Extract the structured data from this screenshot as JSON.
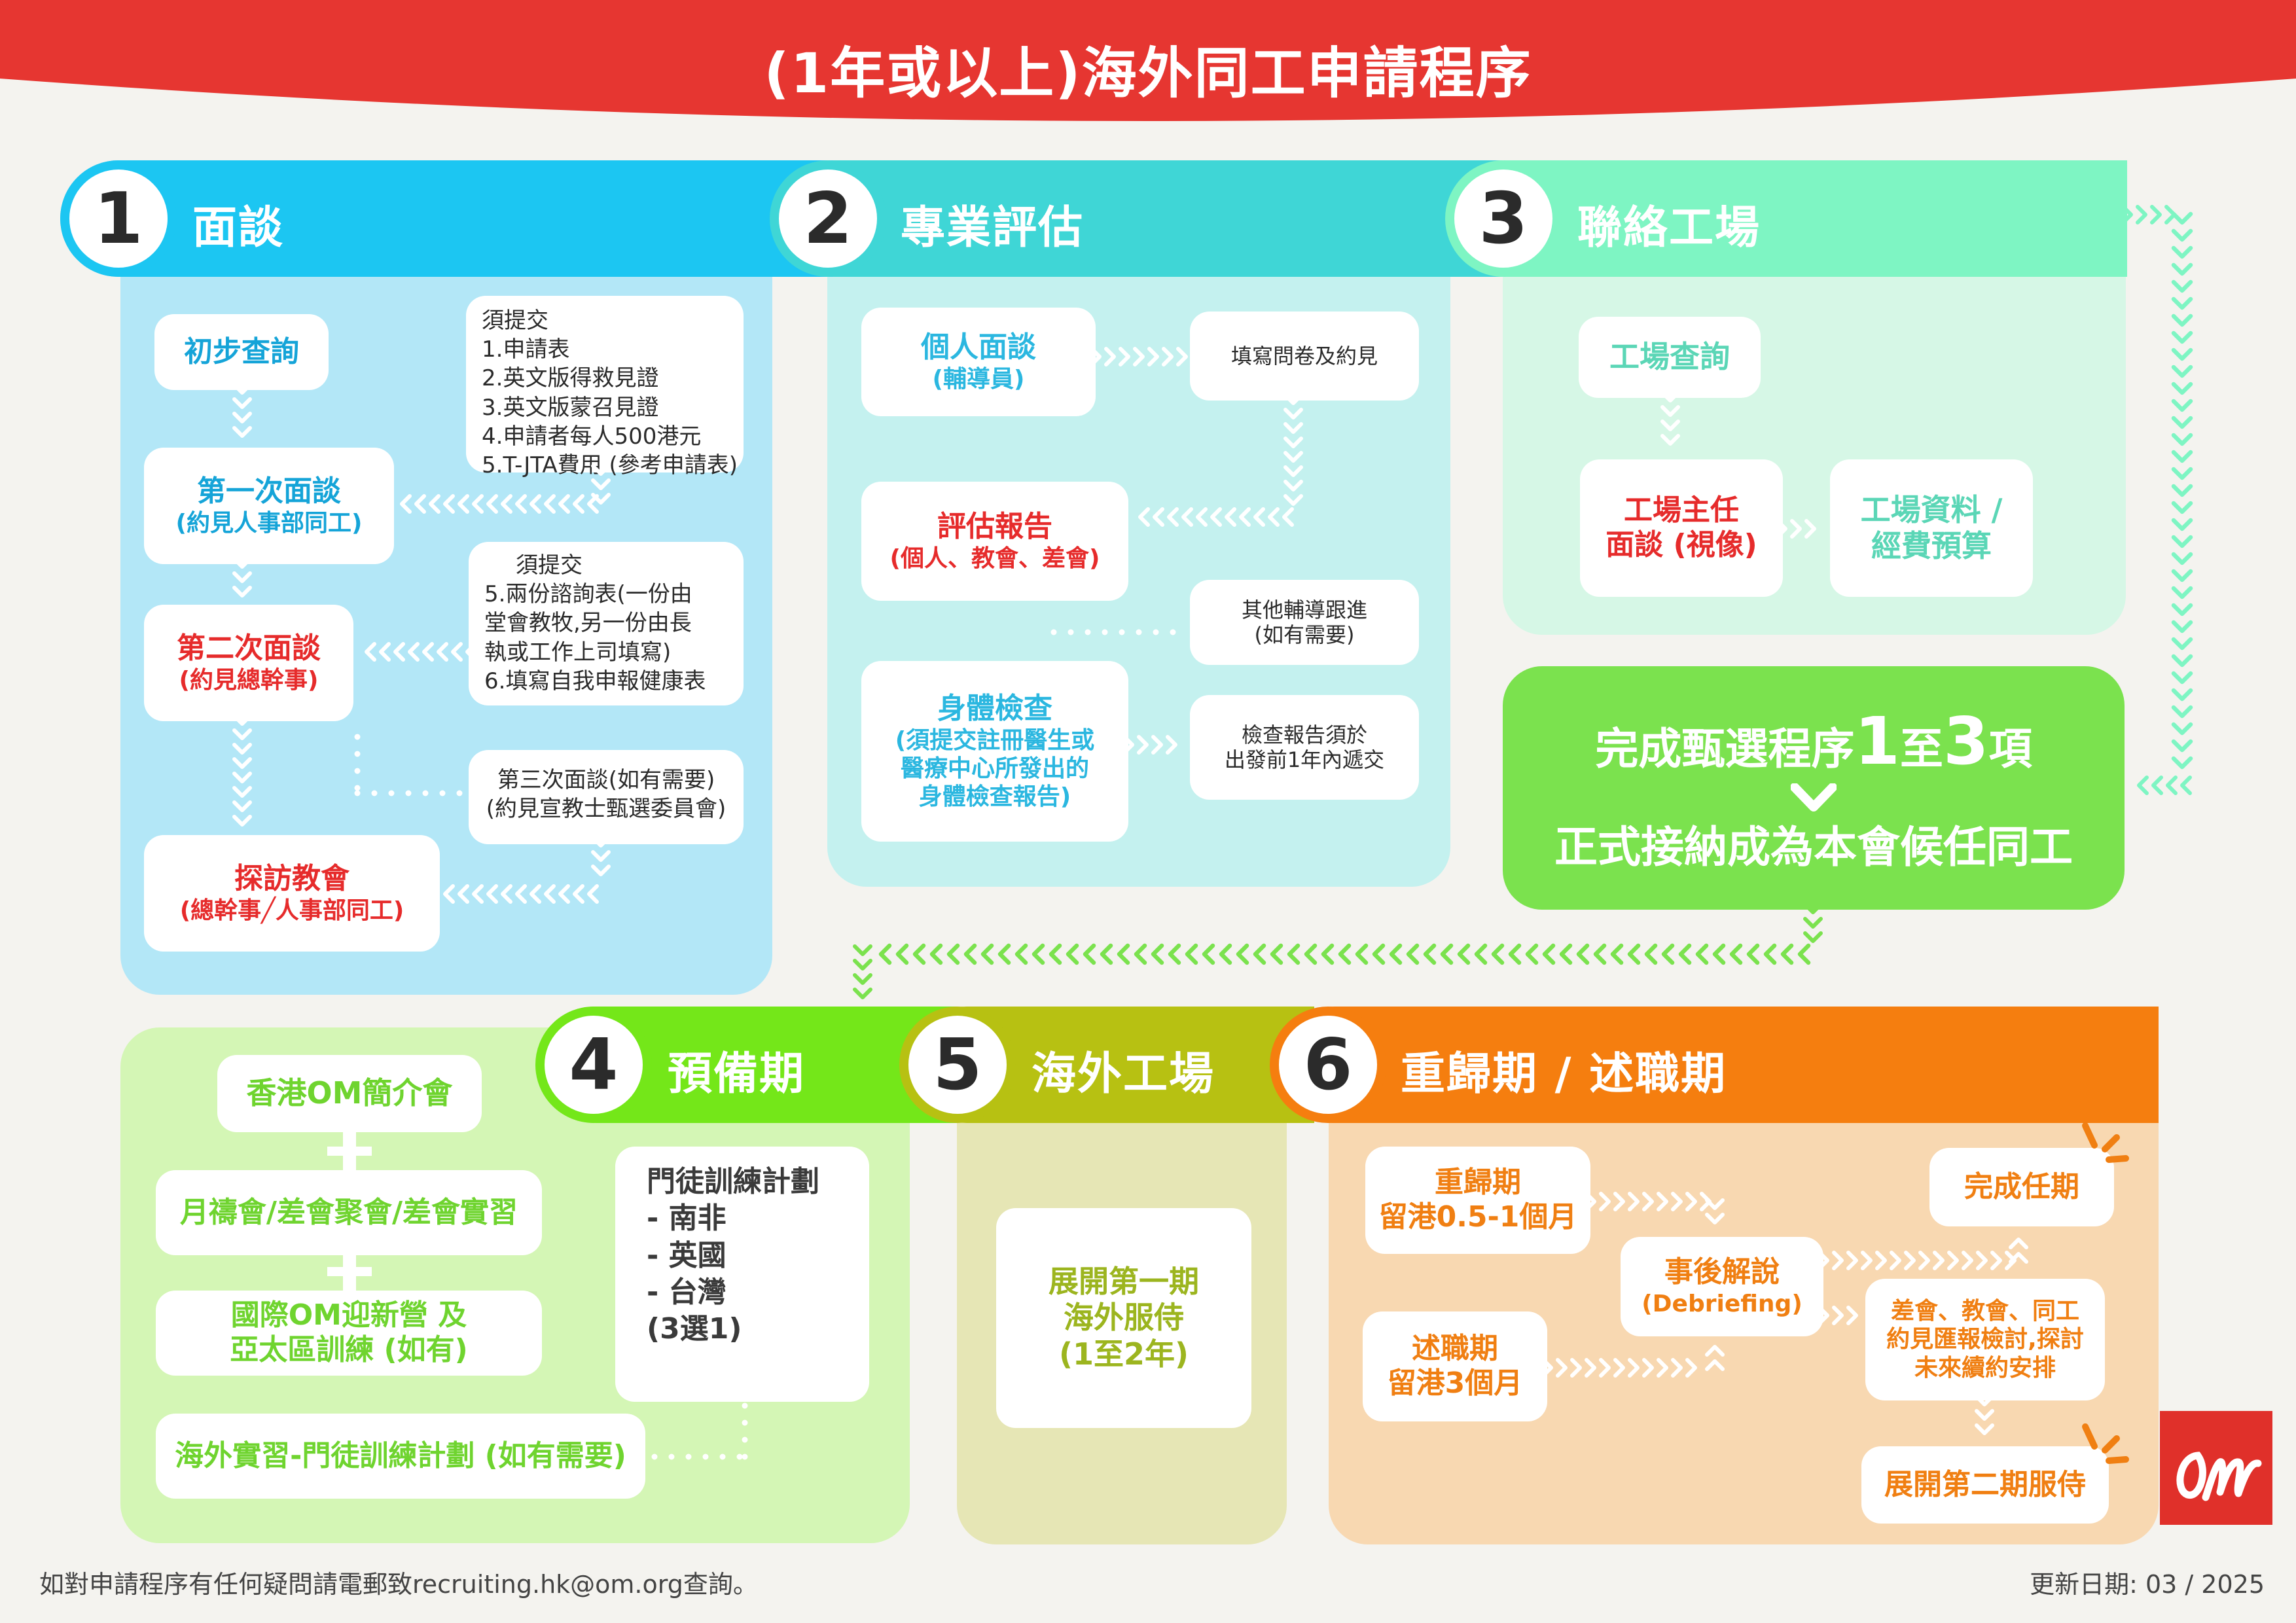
{
  "title": "(1年或以上)海外同工申請程序",
  "colors": {
    "banner": "#e63631",
    "stage1": "#1cc6f2",
    "stage2": "#3fd6d6",
    "stage3": "#7ef5c3",
    "stage4": "#74e719",
    "stage5": "#b7c112",
    "stage6": "#f57e0f",
    "panel1": "#b3e7f7",
    "panel2": "#c4f1ef",
    "panel3": "#d6f7e6",
    "panel4": "#d4f6b5",
    "panel5": "#e6e6b5",
    "panel6": "#f8d8b1",
    "accept_box": "#7be24e",
    "red_text": "#e62b2b",
    "om_logo": "#e0302a"
  },
  "stages": [
    {
      "num": "1",
      "label": "面談"
    },
    {
      "num": "2",
      "label": "專業評估"
    },
    {
      "num": "3",
      "label": "聯絡工場"
    },
    {
      "num": "4",
      "label": "預備期"
    },
    {
      "num": "5",
      "label": "海外工場"
    },
    {
      "num": "6",
      "label": "重歸期 / 述職期"
    }
  ],
  "stage1": {
    "initial": "初步查詢",
    "first_interview": {
      "title": "第一次面談",
      "sub": "(約見人事部同工)"
    },
    "second_interview": {
      "title": "第二次面談",
      "sub": "(約見總幹事)"
    },
    "church_visit": {
      "title": "探訪教會",
      "sub": "(總幹事╱人事部同工)"
    },
    "note1": [
      "須提交",
      "1.申請表",
      "2.英文版得救見證",
      "3.英文版蒙召見證",
      "4.申請者每人500港元",
      "5.T-JTA費用 (參考申請表)"
    ],
    "note2": [
      "須提交",
      "5.兩份諮詢表(一份由",
      "堂會教牧,另一份由長",
      "執或工作上司填寫)",
      "6.填寫自我申報健康表"
    ],
    "note3": [
      "第三次面談(如有需要)",
      "(約見宣教士甄選委員會)"
    ]
  },
  "stage2": {
    "personal_interview": {
      "title": "個人面談",
      "sub": "(輔導員)"
    },
    "questionnaire": "填寫問卷及約見",
    "assessment_report": {
      "title": "評估報告",
      "sub": "(個人、教會、差會)"
    },
    "other_followup": [
      "其他輔導跟進",
      "(如有需要)"
    ],
    "medical": {
      "title": "身體檢查",
      "sub": [
        "(須提交註冊醫生或",
        "醫療中心所發出的",
        "身體檢查報告)"
      ]
    },
    "medical_note": [
      "檢查報告須於",
      "出發前1年內遞交"
    ]
  },
  "stage3": {
    "field_enquiry": "工場查詢",
    "field_director": [
      "工場主任",
      "面談 (視像)"
    ],
    "field_info": [
      "工場資料 /",
      "經費預算"
    ]
  },
  "acceptance": {
    "line1_a": "完成甄選程序",
    "line1_b": "1",
    "line1_c": "至",
    "line1_d": "3",
    "line1_e": "項",
    "line2": "正式接納成為本會候任同工"
  },
  "stage4": {
    "items": [
      "香港OM簡介會",
      "月禱會/差會聚會/差會實習",
      "國際OM迎新營 及",
      "亞太區訓練 (如有)",
      "海外實習-門徒訓練計劃 (如有需要)"
    ],
    "discipleship": [
      "門徒訓練計劃",
      "-  南非",
      "-  英國",
      "-  台灣",
      "(3選1)"
    ]
  },
  "stage5": {
    "service": [
      "展開第一期",
      "海外服侍",
      "(1至2年)"
    ]
  },
  "stage6": {
    "return": [
      "重歸期",
      "留港0.5-1個月"
    ],
    "furlough": [
      "述職期",
      "留港3個月"
    ],
    "debriefing": [
      "事後解說",
      "(Debriefing)"
    ],
    "complete": "完成任期",
    "review": [
      "差會、教會、同工",
      "約見匯報檢討,探討",
      "未來續約安排"
    ],
    "second_term": "展開第二期服侍"
  },
  "logo": "om",
  "footer": {
    "left": "如對申請程序有任何疑問請電郵致recruiting.hk@om.org查詢。",
    "right": "更新日期: 03 / 2025"
  }
}
